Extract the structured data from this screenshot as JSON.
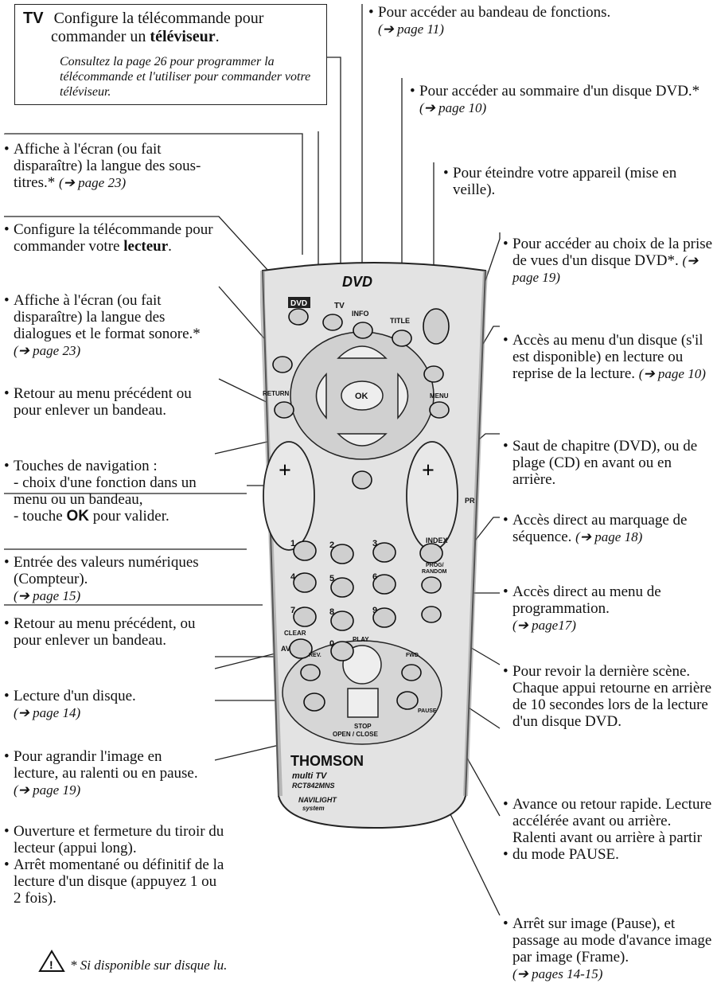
{
  "tv_box": {
    "tag": "TV",
    "line1": "Configure la télécommande pour",
    "line2_pre": "commander un ",
    "line2_bold": "téléviseur",
    "line2_post": ".",
    "note": "Consultez la page 26 pour programmer la télécommande et l'utiliser pour commander votre téléviseur."
  },
  "left": [
    {
      "text": "Affiche à l'écran (ou fait disparaître) la langue des sous-titres.*",
      "ref": "(➔ page 23)"
    },
    {
      "text_pre": "Configure la télécommande pour commander votre ",
      "text_bold": "lecteur",
      "text_post": "."
    },
    {
      "text": "Affiche à l'écran (ou fait disparaître) la langue des dialogues et le format sonore.*",
      "ref": "(➔ page 23)"
    },
    {
      "text": "Retour au menu précédent ou pour enlever un bandeau."
    },
    {
      "text": "Touches de navigation :",
      "sub1": "- choix d'une fonction dans un menu ou un bandeau,",
      "sub2_pre": "- touche ",
      "sub2_bold": "OK",
      "sub2_post": " pour valider."
    },
    {
      "text": "Entrée des valeurs numériques (Compteur).",
      "ref": "(➔ page 15)"
    },
    {
      "text": "Retour au menu précédent, ou pour enlever un bandeau."
    },
    {
      "text": "Lecture d'un disque.",
      "ref": "(➔ page 14)"
    },
    {
      "text": "Pour agrandir l'image en lecture, au ralenti ou en pause.",
      "ref": "(➔ page 19)"
    },
    {
      "text": "Ouverture et fermeture du tiroir du lecteur (appui long).",
      "text2": "Arrêt momentané ou définitif de la lecture d'un disque (appuyez 1 ou 2 fois)."
    }
  ],
  "right": [
    {
      "text": "Pour accéder au bandeau de fonctions.",
      "ref": "(➔ page 11)"
    },
    {
      "text": "Pour accéder au sommaire d'un disque DVD.*",
      "ref": "(➔ page 10)"
    },
    {
      "text": "Pour éteindre votre appareil (mise en veille)."
    },
    {
      "text": "Pour accéder au choix de la prise de vues d'un disque DVD*.",
      "ref": "(➔ page 19)"
    },
    {
      "text": "Accès au menu d'un disque (s'il est disponible) en lecture ou reprise de la lecture.",
      "ref": "(➔ page 10)"
    },
    {
      "text": "Saut de chapitre (DVD), ou de plage (CD) en avant ou en arrière."
    },
    {
      "text": "Accès direct au marquage de séquence.",
      "ref": "(➔ page 18)"
    },
    {
      "text": "Accès direct au menu de programmation.",
      "ref": "(➔ page17)"
    },
    {
      "text": "Pour revoir la dernière scène. Chaque appui retourne en arrière de 10 secondes lors de la lecture d'un disque DVD."
    },
    {
      "text": "Avance ou retour rapide. Lecture accélérée avant ou arrière.",
      "text2": "Ralenti avant ou arrière à partir du mode PAUSE."
    },
    {
      "text": "Arrêt sur image (Pause), et passage au mode d'avance image par image (Frame).",
      "ref": "(➔ pages 14-15)"
    }
  ],
  "footnote": "* Si disponible sur disque lu.",
  "remote": {
    "top_label": "DVD",
    "dvd": "DVD",
    "tv": "TV",
    "info": "INFO",
    "title": "TITLE",
    "return": "RETURN",
    "menu": "MENU",
    "ok": "OK",
    "pr": "PR",
    "index": "INDEX",
    "prog": "PROG/",
    "random": "RANDOM",
    "clear": "CLEAR",
    "av": "AV",
    "play": "PLAY",
    "rev": "REV.",
    "fwd": "FWD.",
    "pause": "PAUSE",
    "stop": "STOP",
    "open_close": "OPEN / CLOSE",
    "digits": [
      "1",
      "2",
      "3",
      "4",
      "5",
      "6",
      "7",
      "8",
      "9",
      "0"
    ],
    "brand": "THOMSON",
    "model1": "multi TV",
    "model2": "RCT842MNS",
    "navi": "NAVILIGHT",
    "system": "system"
  }
}
